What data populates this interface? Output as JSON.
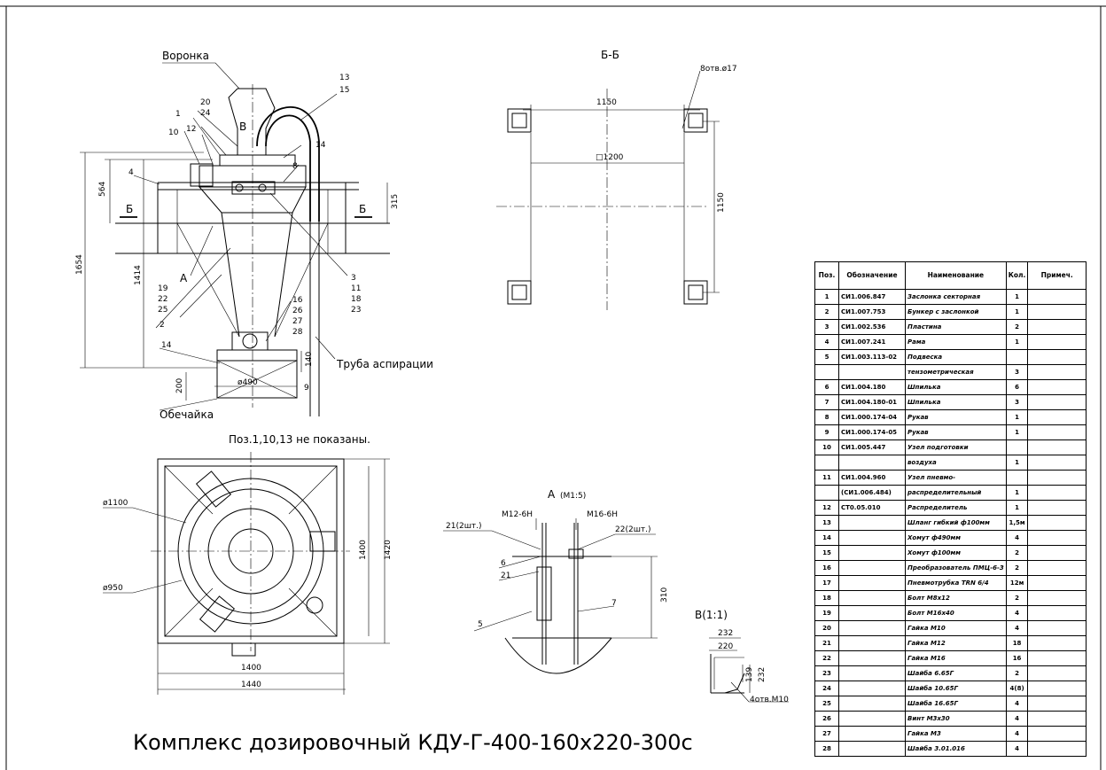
{
  "title": "Комплекс дозировочный КДУ-Г-400-160х220-300с",
  "labels": {
    "funnel": "Воронка",
    "shell": "Обечайка",
    "aspiration_pipe": "Труба аспирации",
    "note": "Поз.1,10,13  не показаны.",
    "section_bb": "Б-Б",
    "view_a": "А",
    "view_a_scale": "(М1:5)",
    "view_v": "В(1:1)",
    "holes_8": "8отв.ø17",
    "holes_4": "4отв.М10",
    "b_left": "Б",
    "b_right": "Б",
    "v_mark": "В",
    "a_mark": "А"
  },
  "dims": {
    "d564": "564",
    "d315": "315",
    "d1654": "1654",
    "d1414": "1414",
    "d140": "140",
    "d200": "200",
    "d490": "ø490",
    "d9": "9",
    "d1150_top": "1150",
    "d1200": "□1200",
    "d1150_right": "1150",
    "d1100": "ø1100",
    "d950": "ø950",
    "d1400_right": "1400",
    "d1420": "1420",
    "d1400_bottom": "1400",
    "d1440": "1440",
    "m12": "М12-6Н",
    "m16": "М16-6Н",
    "d310": "310",
    "d232_top": "232",
    "d220": "220",
    "d139": "139",
    "d232_side": "232"
  },
  "callouts": {
    "p1": "1",
    "p2": "2",
    "p3": "3",
    "p4": "4",
    "p8": "8",
    "p10": "10",
    "p12": "12",
    "p13": "13",
    "p15": "15",
    "p14a": "14",
    "p14b": "14",
    "p16": "16",
    "p26": "26",
    "p27": "27",
    "p28": "28",
    "p11": "11",
    "p18": "18",
    "p23": "23",
    "p19": "19",
    "p22": "22",
    "p25": "25",
    "p20": "20",
    "p24": "24",
    "a21_2": "21(2шт.)",
    "a22_2": "22(2шт.)",
    "a6": "6",
    "a21": "21",
    "a5": "5",
    "a7": "7"
  },
  "spec": {
    "headers": [
      "Поз.",
      "Обозначение",
      "Наименование",
      "Кол.",
      "Примеч."
    ],
    "rows": [
      [
        "1",
        "СИ1.006.847",
        "Заслонка секторная",
        "1",
        ""
      ],
      [
        "2",
        "СИ1.007.753",
        "Бункер с заслонкой",
        "1",
        ""
      ],
      [
        "3",
        "СИ1.002.536",
        "Пластина",
        "2",
        ""
      ],
      [
        "4",
        "СИ1.007.241",
        "Рама",
        "1",
        ""
      ],
      [
        "5",
        "СИ1.003.113-02",
        "Подвеска",
        "",
        ""
      ],
      [
        "",
        "",
        "тензометрическая",
        "3",
        ""
      ],
      [
        "6",
        "СИ1.004.180",
        "Шпилька",
        "6",
        ""
      ],
      [
        "7",
        "СИ1.004.180-01",
        "Шпилька",
        "3",
        ""
      ],
      [
        "8",
        "СИ1.000.174-04",
        "Рукав",
        "1",
        ""
      ],
      [
        "9",
        "СИ1.000.174-05",
        "Рукав",
        "1",
        ""
      ],
      [
        "10",
        "СИ1.005.447",
        "Узел подготовки",
        "",
        ""
      ],
      [
        "",
        "",
        "воздуха",
        "1",
        ""
      ],
      [
        "11",
        "СИ1.004.960",
        "Узел пневмо-",
        "",
        ""
      ],
      [
        "",
        "(СИ1.006.484)",
        "распределительный",
        "1",
        ""
      ],
      [
        "12",
        "СТ0.05.010",
        "Распределитель",
        "1",
        ""
      ],
      [
        "13",
        "",
        "Шланг гибкий ф100мм",
        "1,5м",
        ""
      ],
      [
        "14",
        "",
        "Хомут ф490мм",
        "4",
        ""
      ],
      [
        "15",
        "",
        "Хомут ф100мм",
        "2",
        ""
      ],
      [
        "16",
        "",
        "Преобразователь ПМЦ-6-3",
        "2",
        ""
      ],
      [
        "17",
        "",
        "Пневмотрубка TRN 6/4",
        "12м",
        ""
      ],
      [
        "18",
        "",
        "Болт М8х12",
        "2",
        ""
      ],
      [
        "19",
        "",
        "Болт М16х40",
        "4",
        ""
      ],
      [
        "20",
        "",
        "Гайка М10",
        "4",
        ""
      ],
      [
        "21",
        "",
        "Гайка М12",
        "18",
        ""
      ],
      [
        "22",
        "",
        "Гайка М16",
        "16",
        ""
      ],
      [
        "23",
        "",
        "Шайба 6.65Г",
        "2",
        ""
      ],
      [
        "24",
        "",
        "Шайба 10.65Г",
        "4(8)",
        ""
      ],
      [
        "25",
        "",
        "Шайба 16.65Г",
        "4",
        ""
      ],
      [
        "26",
        "",
        "Винт М3х30",
        "4",
        ""
      ],
      [
        "27",
        "",
        "Гайка М3",
        "4",
        ""
      ],
      [
        "28",
        "",
        "Шайба 3.01.016",
        "4",
        ""
      ]
    ]
  }
}
